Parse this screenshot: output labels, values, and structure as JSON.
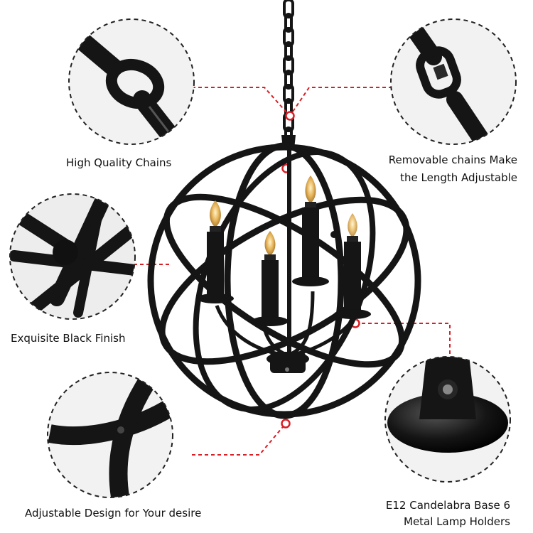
{
  "features": [
    {
      "id": "chains",
      "caption": "High Quality Chains"
    },
    {
      "id": "removable",
      "caption_line1": "Removable chains Make",
      "caption_line2": "the Length Adjustable"
    },
    {
      "id": "finish",
      "caption": "Exquisite Black Finish"
    },
    {
      "id": "adjustable",
      "caption": "Adjustable Design for Your desire"
    },
    {
      "id": "base",
      "caption_line1": "E12 Candelabra Base 6",
      "caption_line2": "Metal Lamp Holders"
    }
  ],
  "colors": {
    "accent": "#d81f26",
    "metal": "#151515",
    "circle_border": "#222222",
    "flame": "#f2c46a"
  }
}
